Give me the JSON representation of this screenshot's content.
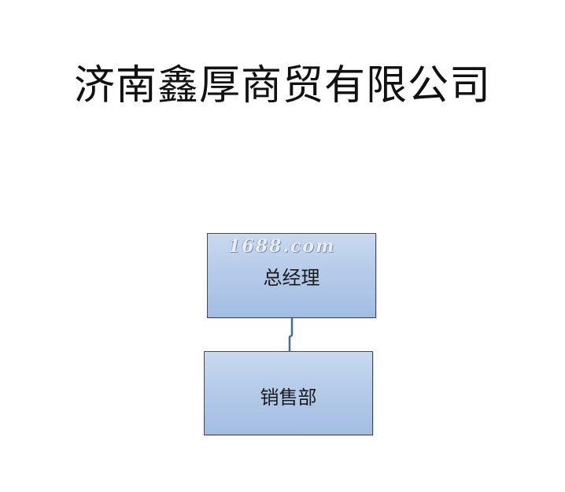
{
  "title": "济南鑫厚商贸有限公司",
  "org_chart": {
    "watermark": "1688.com",
    "nodes": [
      {
        "label": "总经理"
      },
      {
        "label": "销售部"
      }
    ],
    "colors": {
      "box_fill": "#b5cbe9",
      "box_border": "#4a4a4a",
      "connector": "#3f6f9a"
    }
  }
}
